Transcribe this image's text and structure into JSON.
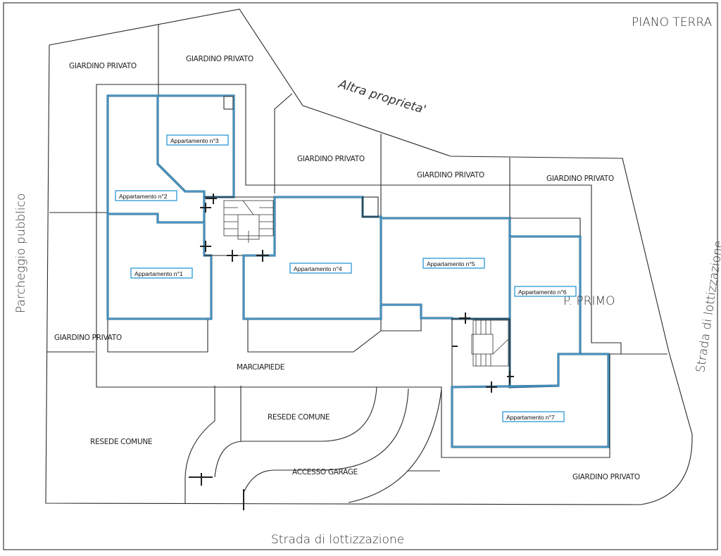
{
  "drawing": {
    "title": "PIANO TERRA",
    "upper_floor_label": "P. PRIMO",
    "neighbor_label": "Altra proprieta'",
    "left_road_label": "Parcheggio pubblico",
    "bottom_road_label": "Strada di lottizzazione",
    "right_road_label": "Strada di lottizzazione",
    "colors": {
      "walls": "#1f5f86",
      "wall_highlight": "#5fb4e6",
      "lines": "#2b2b2b",
      "label_border": "#3a9fd8"
    }
  },
  "areas": {
    "giardino_1": "GIARDINO PRIVATO",
    "giardino_2": "GIARDINO PRIVATO",
    "giardino_3": "GIARDINO PRIVATO",
    "giardino_4": "GIARDINO PRIVATO",
    "giardino_5": "GIARDINO PRIVATO",
    "giardino_6": "GIARDINO PRIVATO",
    "giardino_7": "GIARDINO PRIVATO",
    "marciapiede": "MARCIAPIEDE",
    "resede_1": "RESEDE COMUNE",
    "resede_2": "RESEDE COMUNE",
    "accesso_garage": "ACCESSO GARAGE"
  },
  "apartments": [
    {
      "label": "Appartamento n°1"
    },
    {
      "label": "Appartamento n°2"
    },
    {
      "label": "Appartamento n°3"
    },
    {
      "label": "Appartamento n°4"
    },
    {
      "label": "Appartamento n°5"
    },
    {
      "label": "Appartamento n°6"
    },
    {
      "label": "Appartamento n°7"
    }
  ]
}
